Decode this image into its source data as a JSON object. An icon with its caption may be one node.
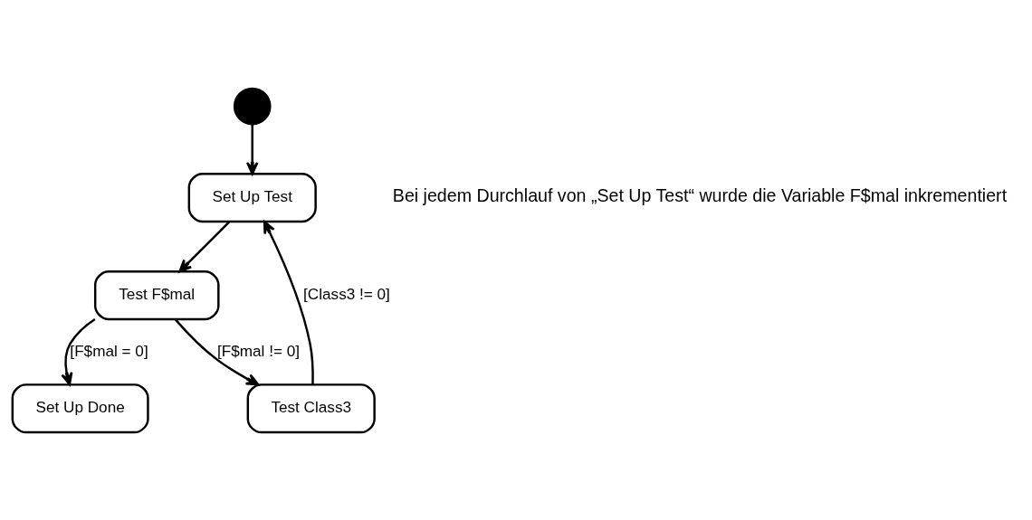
{
  "diagram": {
    "nodes": [
      {
        "text": [],
        "shape": "circle"
      },
      {
        "text": [
          "Set Up Test"
        ]
      },
      {
        "text": [
          "Test F$mal"
        ]
      },
      {
        "text": [
          "Set Up Done"
        ]
      },
      {
        "text": [
          "Test Class3"
        ]
      }
    ],
    "edges": [
      {
        "from": 0,
        "to": 1,
        "arrow": "to"
      },
      {
        "from": 1,
        "to": 2,
        "arrow": "to"
      },
      {
        "from": 2,
        "to": 3,
        "arrow": "to",
        "label": "[F$mal = 0]"
      },
      {
        "from": 2,
        "to": 4,
        "arrow": "to",
        "label": "[F$mal != 0]"
      },
      {
        "from": 4,
        "to": 1,
        "arrow": "to",
        "label": "[Class3 != 0]"
      }
    ],
    "labels": [
      "Bei jedem Durchlauf von „Set Up Test“ wurde die Variable F$mal inkrementiert"
    ]
  }
}
